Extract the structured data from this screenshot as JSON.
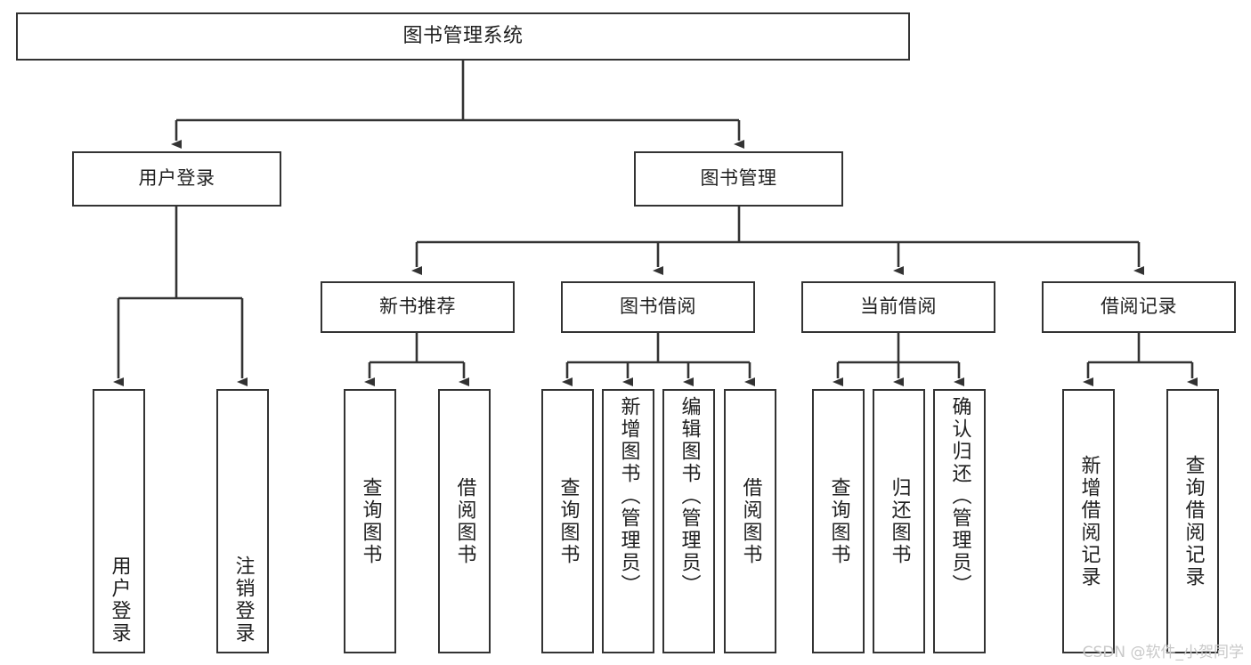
{
  "diagram": {
    "title": "图书管理系统",
    "watermark": "CSDN @软件_小贺同学",
    "colors": {
      "background": "#ffffff",
      "border": "#333333",
      "text": "#1f1f1f",
      "edge": "#333333",
      "watermark": "#c9c9c9"
    },
    "root": {
      "id": "root",
      "label": "图书管理系统"
    },
    "level1": [
      {
        "id": "user-login",
        "label": "用户登录"
      },
      {
        "id": "book-manage",
        "label": "图书管理"
      }
    ],
    "level2": [
      {
        "id": "new-book-rec",
        "label": "新书推荐"
      },
      {
        "id": "book-borrow",
        "label": "图书借阅"
      },
      {
        "id": "current-borrow",
        "label": "当前借阅"
      },
      {
        "id": "borrow-record",
        "label": "借阅记录"
      }
    ],
    "leaves": [
      {
        "id": "leaf-user-login",
        "label": "用户登录",
        "parent": "user-login"
      },
      {
        "id": "leaf-logout",
        "label": "注销登录",
        "parent": "user-login"
      },
      {
        "id": "leaf-query-book-1",
        "label": "查询图书",
        "parent": "new-book-rec"
      },
      {
        "id": "leaf-borrow-book-1",
        "label": "借阅图书",
        "parent": "new-book-rec"
      },
      {
        "id": "leaf-query-book-2",
        "label": "查询图书",
        "parent": "book-borrow"
      },
      {
        "id": "leaf-add-book",
        "label": "新增图书（管理员）",
        "parent": "book-borrow"
      },
      {
        "id": "leaf-edit-book",
        "label": "编辑图书（管理员）",
        "parent": "book-borrow"
      },
      {
        "id": "leaf-borrow-book-2",
        "label": "借阅图书",
        "parent": "book-borrow"
      },
      {
        "id": "leaf-query-book-3",
        "label": "查询图书",
        "parent": "current-borrow"
      },
      {
        "id": "leaf-return-book",
        "label": "归还图书",
        "parent": "current-borrow"
      },
      {
        "id": "leaf-confirm-return",
        "label": "确认归还（管理员）",
        "parent": "current-borrow"
      },
      {
        "id": "leaf-add-record",
        "label": "新增借阅记录",
        "parent": "borrow-record"
      },
      {
        "id": "leaf-query-record",
        "label": "查询借阅记录",
        "parent": "borrow-record"
      }
    ]
  }
}
